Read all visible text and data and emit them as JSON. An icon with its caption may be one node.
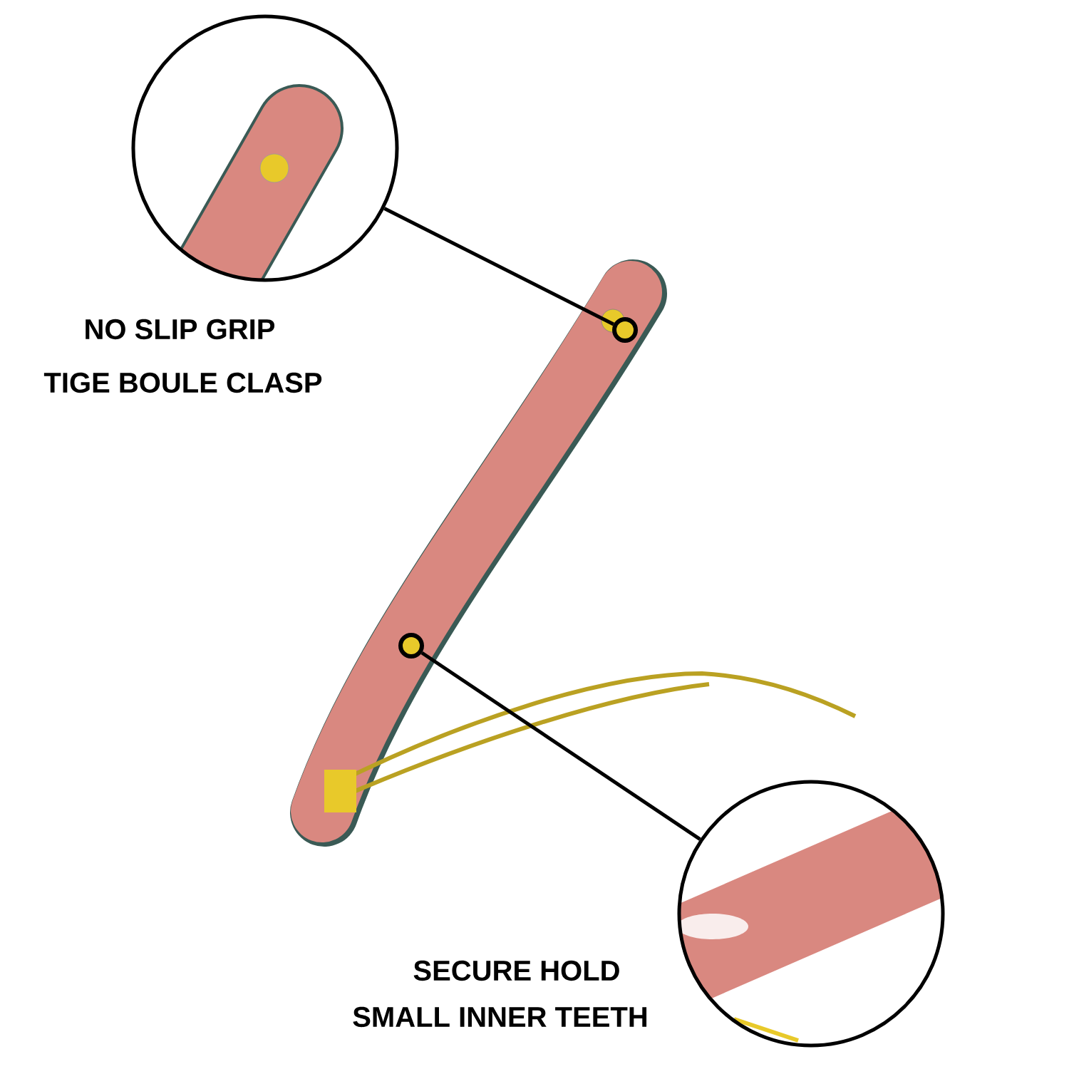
{
  "diagram": {
    "nodes": [
      {
        "text": [],
        "shape": "circle"
      },
      {
        "text": [],
        "shape": "circle"
      },
      {
        "text": [],
        "shape": "circle"
      },
      {
        "text": [],
        "shape": "circle"
      }
    ],
    "edges": [
      {
        "from": 0,
        "to": 1,
        "arrow": "none"
      },
      {
        "from": 3,
        "to": 2,
        "arrow": "none"
      }
    ],
    "labels": [
      "NO SLIP GRIP",
      "TIGE BOULE CLASP",
      "SECURE HOLD",
      "SMALL INNER TEETH"
    ]
  }
}
